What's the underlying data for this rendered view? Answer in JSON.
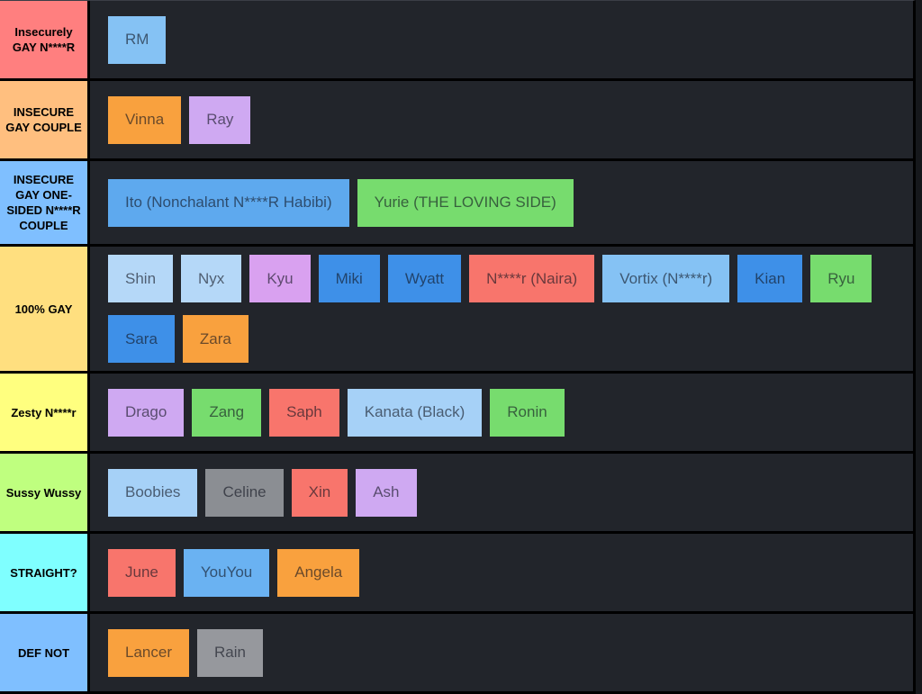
{
  "colors": {
    "page_background": "#16181c",
    "row_background": "#22252b",
    "grid_border": "#000000",
    "tier_label_text": "#000000"
  },
  "tiers": [
    {
      "label": "Insecurely GAY N****R",
      "color": "#ff7f7f",
      "items": [
        {
          "name": "RM",
          "color": "#85c2f4"
        }
      ]
    },
    {
      "label": "INSECURE GAY COUPLE",
      "color": "#ffbf7f",
      "items": [
        {
          "name": "Vinna",
          "color": "#f9a13e"
        },
        {
          "name": "Ray",
          "color": "#cfa9f2"
        }
      ]
    },
    {
      "label": "INSECURE GAY ONE-SIDED N****R COUPLE",
      "color": "#7fbfff",
      "items": [
        {
          "name": "Ito (Nonchalant N****R Habibi)",
          "color": "#5ea9ee"
        },
        {
          "name": "Yurie (THE LOVING SIDE)",
          "color": "#77dc6e"
        }
      ]
    },
    {
      "label": "100% GAY",
      "color": "#ffdf7f",
      "items": [
        {
          "name": "Shin",
          "color": "#b5d8f8"
        },
        {
          "name": "Nyx",
          "color": "#b5d8f8"
        },
        {
          "name": "Kyu",
          "color": "#d9a1f0"
        },
        {
          "name": "Miki",
          "color": "#3e90e8"
        },
        {
          "name": "Wyatt",
          "color": "#3e90e8"
        },
        {
          "name": "N****r (Naira)",
          "color": "#f8756c"
        },
        {
          "name": "Vortix (N****r)",
          "color": "#85c2f4"
        },
        {
          "name": "Kian",
          "color": "#3e90e8"
        },
        {
          "name": "Ryu",
          "color": "#77dc6e"
        },
        {
          "name": "Sara",
          "color": "#3e90e8"
        },
        {
          "name": "Zara",
          "color": "#f9a13e"
        }
      ]
    },
    {
      "label": "Zesty N****r",
      "color": "#ffff7f",
      "items": [
        {
          "name": "Drago",
          "color": "#cfa9f2"
        },
        {
          "name": "Zang",
          "color": "#77dc6e"
        },
        {
          "name": "Saph",
          "color": "#f8756c"
        },
        {
          "name": "Kanata (Black)",
          "color": "#a6d1f7"
        },
        {
          "name": "Ronin",
          "color": "#77dc6e"
        }
      ]
    },
    {
      "label": "Sussy Wussy",
      "color": "#bfff7f",
      "items": [
        {
          "name": "Boobies",
          "color": "#a6d1f7"
        },
        {
          "name": "Celine",
          "color": "#8b8e93"
        },
        {
          "name": "Xin",
          "color": "#f8756c"
        },
        {
          "name": "Ash",
          "color": "#cfa9f2"
        }
      ]
    },
    {
      "label": "STRAIGHT?",
      "color": "#7fffff",
      "items": [
        {
          "name": "June",
          "color": "#f8756c"
        },
        {
          "name": "YouYou",
          "color": "#6ab2f2"
        },
        {
          "name": "Angela",
          "color": "#f9a13e"
        }
      ]
    },
    {
      "label": "DEF NOT",
      "color": "#7fbfff",
      "items": [
        {
          "name": "Lancer",
          "color": "#f9a13e"
        },
        {
          "name": "Rain",
          "color": "#96989d"
        }
      ]
    }
  ]
}
